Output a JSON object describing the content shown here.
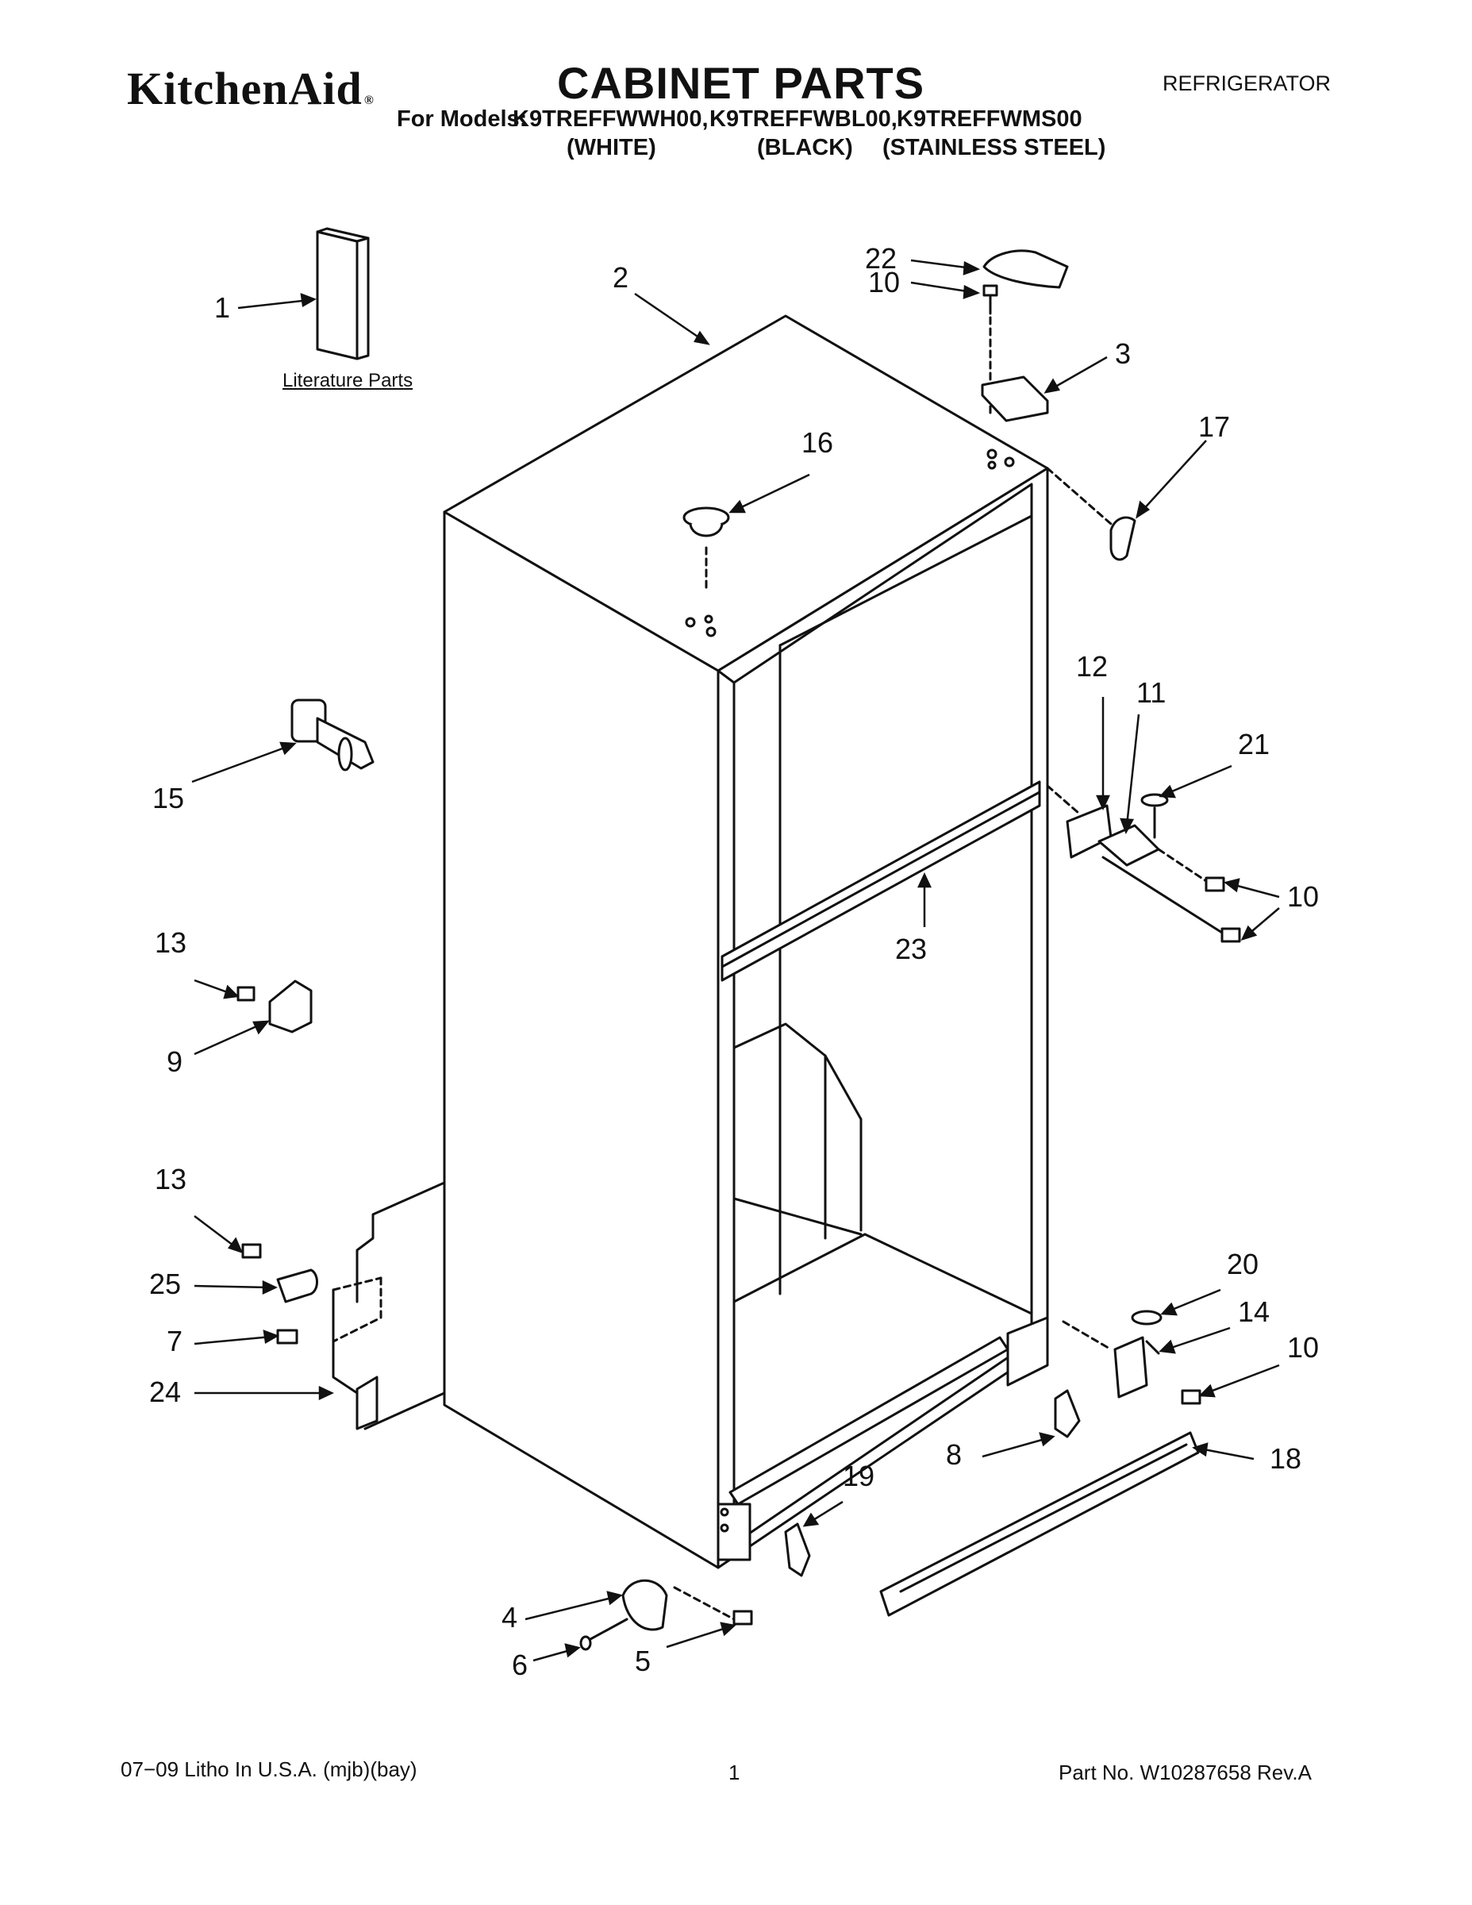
{
  "header": {
    "brand": "KitchenAid",
    "brand_mark": "®",
    "title": "CABINET PARTS",
    "appliance": "REFRIGERATOR",
    "models_label": "For Models:",
    "models": [
      "K9TREFFWWH00,",
      "K9TREFFWBL00,",
      "K9TREFFWMS00"
    ],
    "variants": [
      "(WHITE)",
      "(BLACK)",
      "(STAINLESS STEEL)"
    ]
  },
  "literature_label": "Literature Parts",
  "callouts": [
    "1",
    "2",
    "22",
    "10",
    "3",
    "17",
    "16",
    "12",
    "11",
    "21",
    "15",
    "10",
    "23",
    "13",
    "9",
    "13",
    "25",
    "7",
    "24",
    "20",
    "14",
    "10",
    "8",
    "18",
    "19",
    "4",
    "6",
    "5"
  ],
  "footer": {
    "left": "07−09 Litho In U.S.A. (mjb)(bay)",
    "page": "1",
    "right": "Part No. W10287658 Rev.A"
  }
}
